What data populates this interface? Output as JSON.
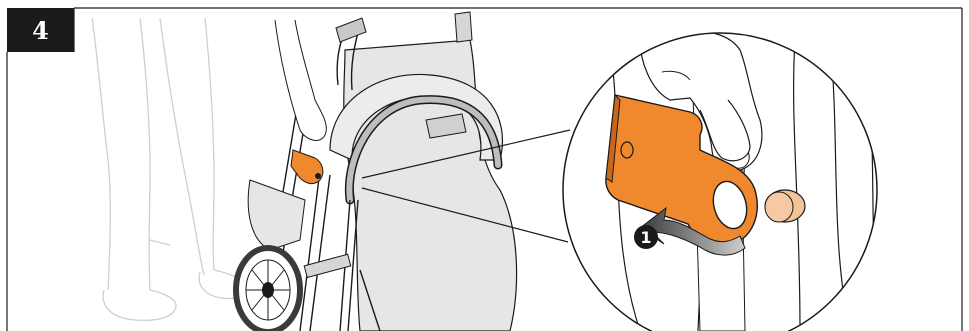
{
  "step": {
    "number": "4"
  },
  "callout": {
    "marker": "1"
  },
  "colors": {
    "accent": "#F0882E",
    "frame": "#1A1A1A",
    "fabric": "#E6E6E6",
    "tire": "#3A3A3A",
    "cap": "#F3C39A"
  },
  "icons": [
    "rotate-arrow-icon",
    "step-number-badge"
  ]
}
